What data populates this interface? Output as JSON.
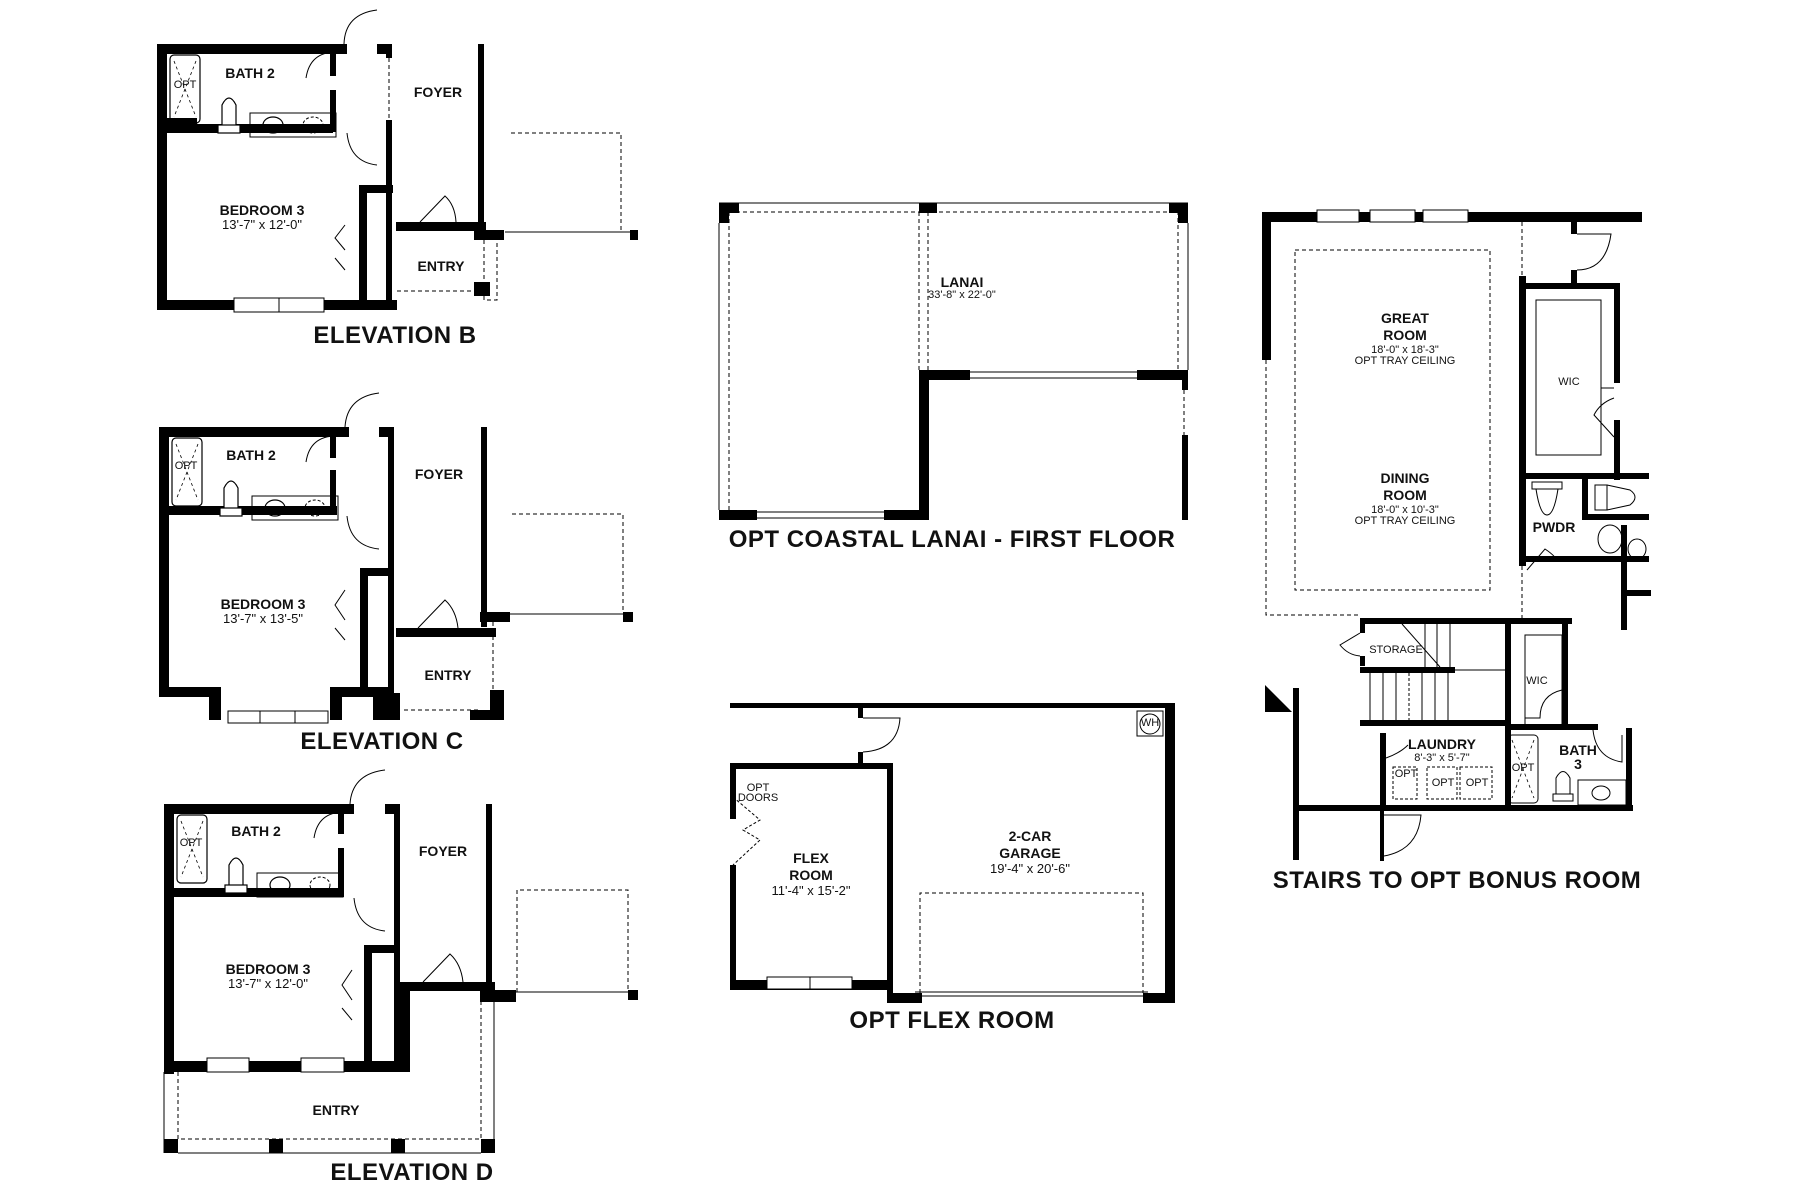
{
  "elevation_b": {
    "title": "ELEVATION B",
    "bath": "BATH 2",
    "tub_opt": "OPT",
    "foyer": "FOYER",
    "bedroom": "BEDROOM 3",
    "bedroom_dim": "13'-7\" x 12'-0\"",
    "entry": "ENTRY"
  },
  "elevation_c": {
    "title": "ELEVATION C",
    "bath": "BATH 2",
    "tub_opt": "OPT",
    "foyer": "FOYER",
    "bedroom": "BEDROOM 3",
    "bedroom_dim": "13'-7\" x 13'-5\"",
    "entry": "ENTRY"
  },
  "elevation_d": {
    "title": "ELEVATION D",
    "bath": "BATH 2",
    "tub_opt": "OPT",
    "foyer": "FOYER",
    "bedroom": "BEDROOM 3",
    "bedroom_dim": "13'-7\" x 12'-0\"",
    "entry": "ENTRY"
  },
  "lanai": {
    "title": "OPT COASTAL LANAI - FIRST FLOOR",
    "room": "LANAI",
    "dim": "33'-8\" x 22'-0\""
  },
  "flex": {
    "title": "OPT FLEX ROOM",
    "opt_doors_1": "OPT",
    "opt_doors_2": "DOORS",
    "flex_1": "FLEX",
    "flex_2": "ROOM",
    "flex_dim": "11'-4\" x 15'-2\"",
    "garage_1": "2-CAR",
    "garage_2": "GARAGE",
    "garage_dim": "19'-4\" x 20'-6\"",
    "water_heater": "WH"
  },
  "stairs": {
    "title": "STAIRS TO OPT BONUS ROOM",
    "great_1": "GREAT",
    "great_2": "ROOM",
    "great_dim": "18'-0\" x 18'-3\"",
    "great_note": "OPT TRAY CEILING",
    "dining_1": "DINING",
    "dining_2": "ROOM",
    "dining_dim": "18'-0\" x 10'-3\"",
    "dining_note": "OPT TRAY CEILING",
    "wic_upper": "WIC",
    "wic_lower": "WIC",
    "pwdr": "PWDR",
    "storage": "STORAGE",
    "laundry": "LAUNDRY",
    "laundry_dim": "8'-3\" x 5'-7\"",
    "opt_1": "OPT",
    "opt_2": "OPT",
    "opt_3": "OPT",
    "tub_opt": "OPT",
    "bath3_1": "BATH",
    "bath3_2": "3"
  },
  "colors": {
    "wall": "#000000",
    "background": "#ffffff",
    "text": "#111111"
  }
}
